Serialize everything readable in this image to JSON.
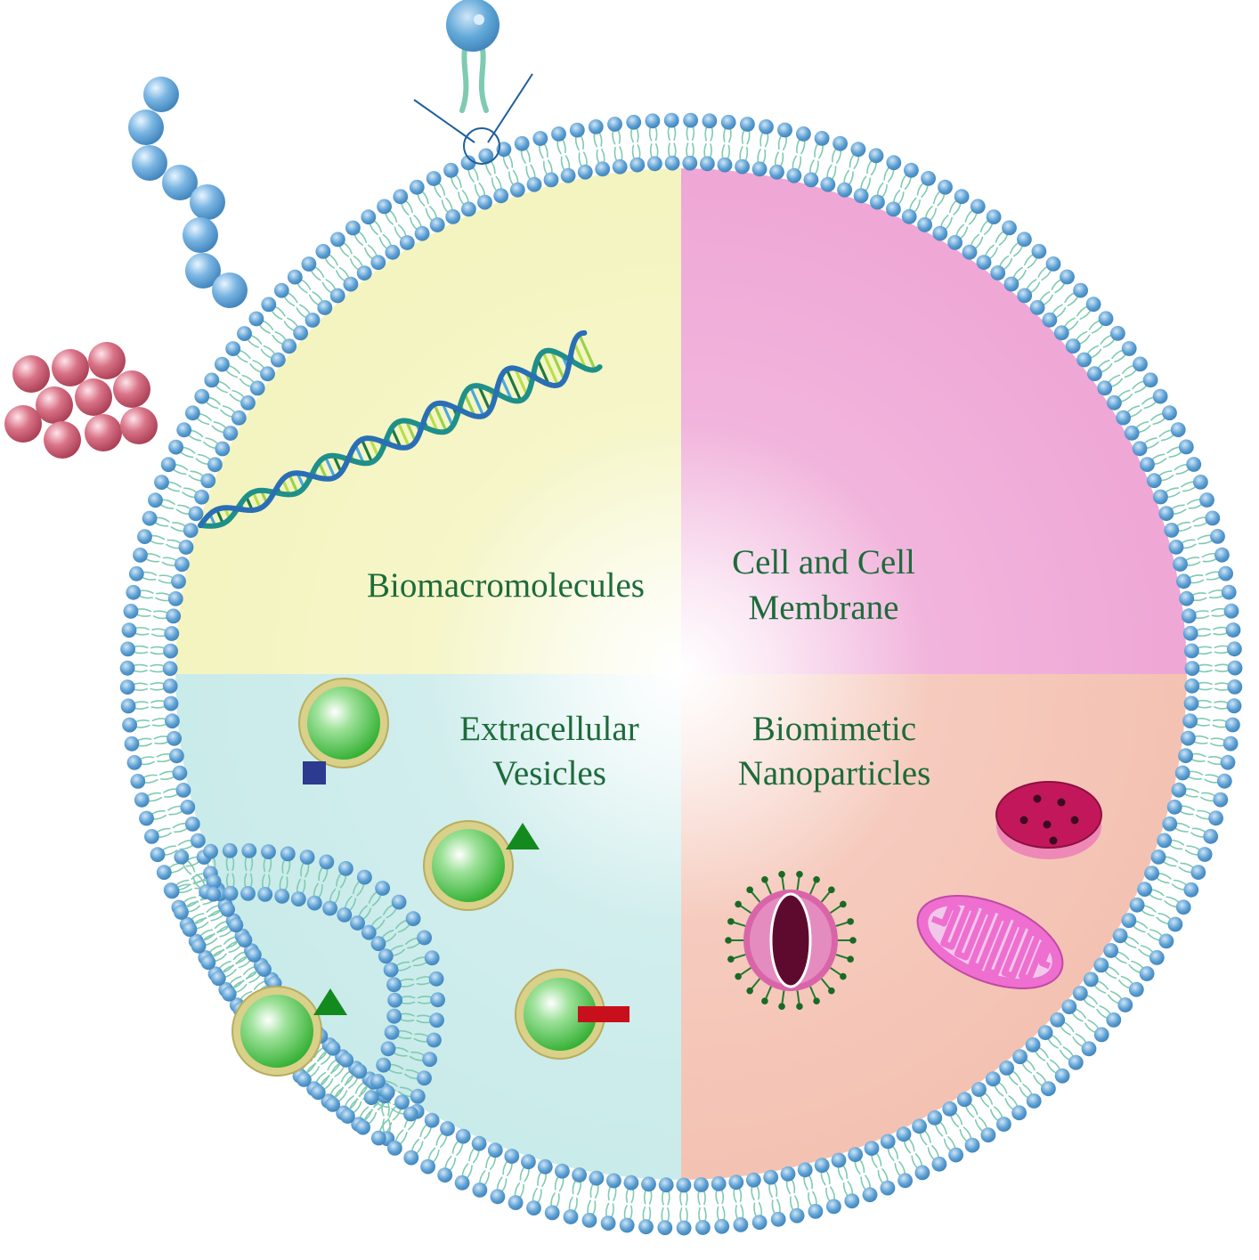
{
  "quadrants": {
    "top_left": {
      "line1": "Biomacromolecules",
      "line2": ""
    },
    "top_right": {
      "line1": "Cell and Cell",
      "line2": "Membrane"
    },
    "bottom_left": {
      "line1": "Extracellular",
      "line2": "Vesicles"
    },
    "bottom_right": {
      "line1": "Biomimetic",
      "line2": "Nanoparticles"
    }
  },
  "colors": {
    "quadrant_top_left": "#f4f4c0",
    "quadrant_top_right": "#efa7d6",
    "quadrant_bottom_left": "#c9ebea",
    "quadrant_bottom_right": "#f4c2b3",
    "label_text": "#1d6b3a",
    "lipid_head": "#5b9fd3",
    "lipid_tail": "#7ecbb0",
    "polymer_bead": "#6aaad8",
    "nanoparticle_cluster": "#c9566a",
    "vesicle_core": "#4cc24c",
    "vesicle_shell": "#d9d08a"
  },
  "icons": [
    "phospholipid-icon",
    "polymer-chain-icon",
    "nanoparticle-cluster-icon",
    "dna-helix-icon",
    "extracellular-vesicle-icon",
    "virus-icon",
    "mitochondrion-icon",
    "red-blood-cell-icon"
  ]
}
